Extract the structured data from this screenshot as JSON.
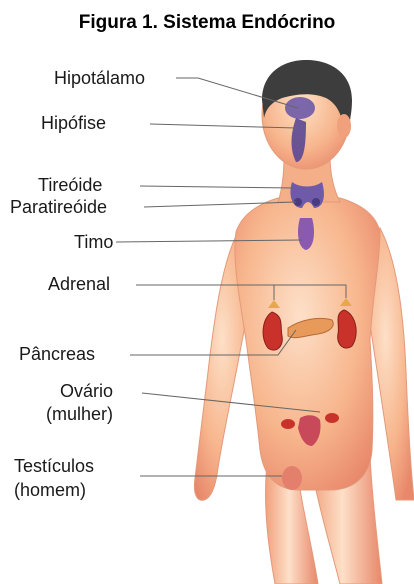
{
  "title": "Figura 1. Sistema Endócrino",
  "labels": {
    "hipotalamo": "Hipotálamo",
    "hipofise": "Hipófise",
    "tireoide": "Tireóide",
    "paratireoide": "Paratireóide",
    "timo": "Timo",
    "adrenal": "Adrenal",
    "pancreas": "Pâncreas",
    "ovario": "Ovário",
    "ovario_note": "(mulher)",
    "testiculos": "Testículos",
    "testiculos_note": "(homem)"
  },
  "colors": {
    "skin": "#f7b58c",
    "skin_shadow": "#e8876a",
    "hair": "#3d3d3d",
    "gland_purple": "#6e5aa8",
    "kidney": "#c8322a",
    "pancreas": "#e79a5a",
    "leader_line": "#666666"
  }
}
